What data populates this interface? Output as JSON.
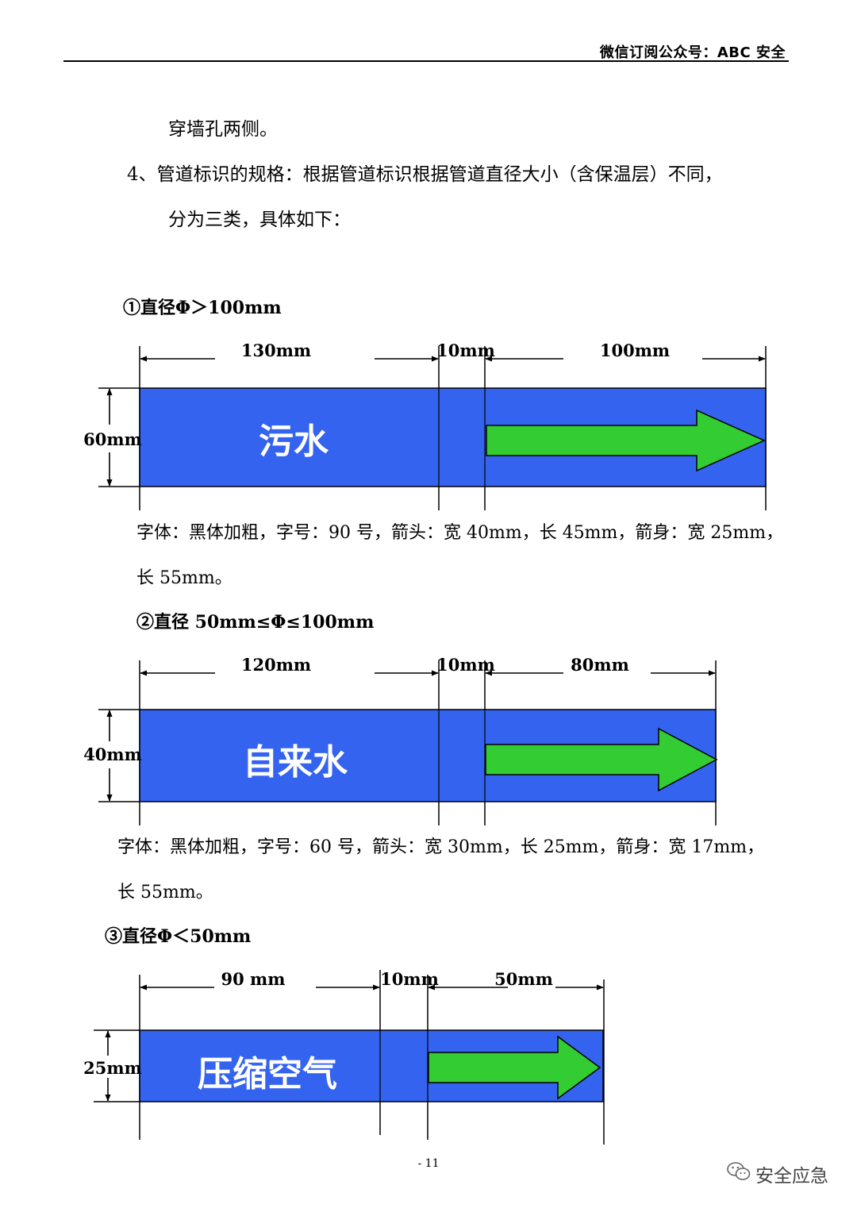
{
  "header": {
    "text": "微信订阅公众号：ABC 安全"
  },
  "intro": {
    "line1": "穿墙孔两侧。",
    "line2": "4、管道标识的规格：根据管道标识根据管道直径大小（含保温层）不同，",
    "line3": "分为三类，具体如下："
  },
  "sections": [
    {
      "title": "①直径Φ＞100mm",
      "label": "污水",
      "dims": {
        "text_len": "130mm",
        "gap": "10mm",
        "arrow_len": "100mm",
        "height": "60mm"
      },
      "desc_line1": "字体：黑体加粗，字号：90 号，箭头：宽 40mm，长 45mm，箭身：宽 25mm，",
      "desc_line2": "长 55mm。"
    },
    {
      "title": "②直径 50mm≤Φ≤100mm",
      "label": "自来水",
      "dims": {
        "text_len": "120mm",
        "gap": "10mm",
        "arrow_len": "80mm",
        "height": "40mm"
      },
      "desc_line1": "字体：黑体加粗，字号：60 号，箭头：宽 30mm，长 25mm，箭身：宽 17mm，",
      "desc_line2": "长 55mm。"
    },
    {
      "title": "③直径Φ＜50mm",
      "label": "压缩空气",
      "dims": {
        "text_len": "90 mm",
        "gap": "10mm",
        "arrow_len": "50mm",
        "height": "25mm"
      }
    }
  ],
  "page_number": "- 11",
  "watermark": {
    "text": "安全应急"
  },
  "colors": {
    "band": "#3463F0",
    "arrow": "#33CC33",
    "label": "#ffffff"
  }
}
